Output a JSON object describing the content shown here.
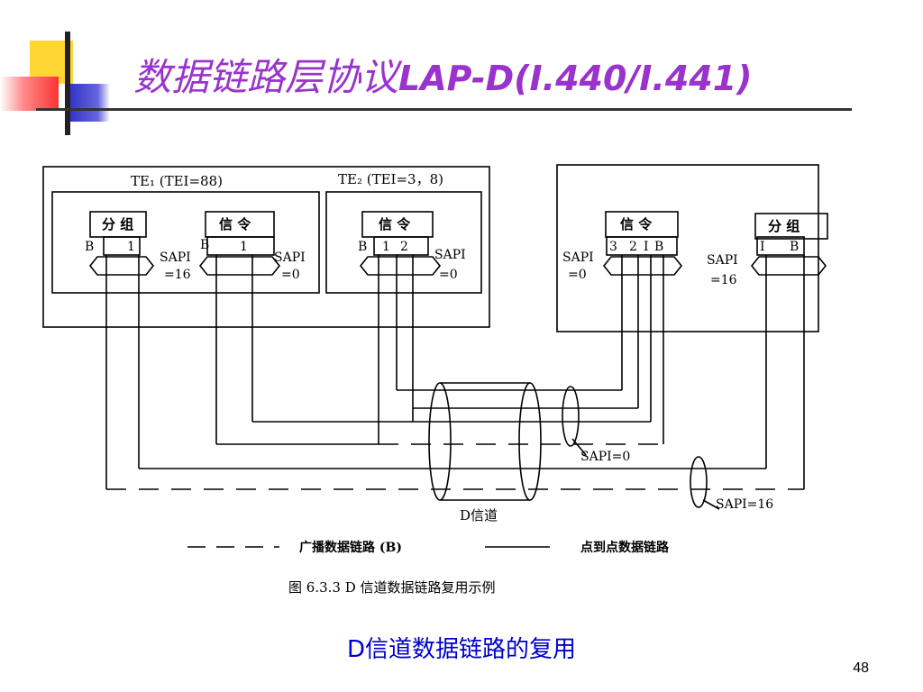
{
  "slide": {
    "title_zh": "数据链路层协议",
    "title_en": "LAP-D(I.440/I.441)",
    "subtitle": "D信道数据链路的复用",
    "page_number": "48"
  },
  "diagram": {
    "te1_label": "TE₁ (TEI=88)",
    "te2_label": "TE₂ (TEI=3，8)",
    "box_packet": "分 组",
    "box_signal": "信 令",
    "label_B": "B",
    "label_1": "1",
    "label_2": "2",
    "label_3": "3",
    "label_I": "I",
    "sapi": "SAPI",
    "sapi16": "=16",
    "sapi0": "=0",
    "sapi0_line": "SAPI=0",
    "sapi16_line": "SAPI=16",
    "d_channel": "D信道",
    "legend_broadcast": "广播数据链路 (B)",
    "legend_p2p": "点到点数据链路",
    "figure_caption": "图 6.3.3   D 信道数据链路复用示例"
  },
  "colors": {
    "title": "#9933cc",
    "subtitle": "#0000cc",
    "deco_yellow": "#ffd633",
    "deco_red": "#ff3333",
    "deco_blue": "#3333cc"
  }
}
